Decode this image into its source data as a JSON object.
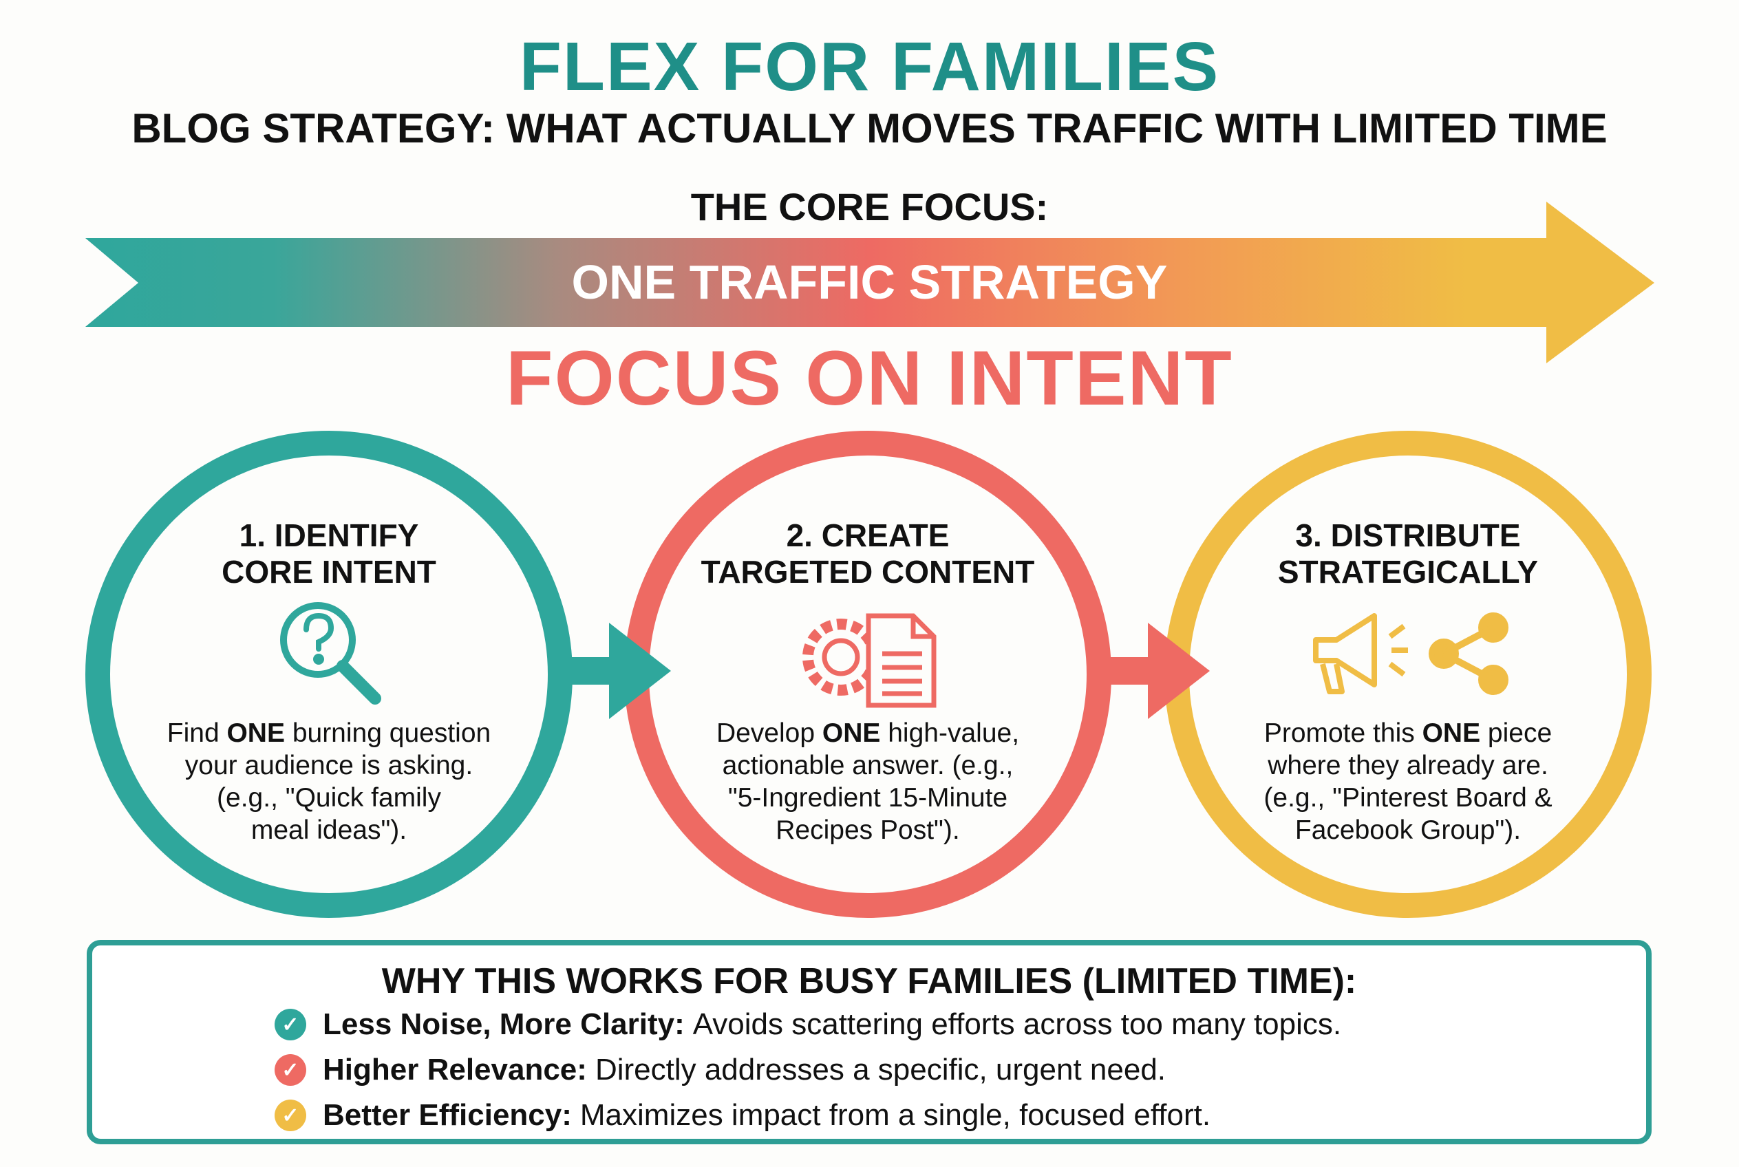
{
  "header": {
    "title": "FLEX FOR FAMILIES",
    "subtitle": "BLOG STRATEGY: WHAT ACTUALLY MOVES TRAFFIC WITH LIMITED TIME",
    "core_label": "THE CORE FOCUS:",
    "arrow_text": "ONE TRAFFIC STRATEGY",
    "focus": "FOCUS ON INTENT"
  },
  "colors": {
    "teal": "#2fa79c",
    "coral": "#ee6a63",
    "yellow": "#f0bd45"
  },
  "steps": [
    {
      "title1": "1. IDENTIFY",
      "title2": "CORE INTENT",
      "icon": "question-magnifier-icon",
      "pre": "Find ",
      "bold": "ONE",
      "line1_rest": " burning question",
      "line2": "your audience is asking.",
      "line3": "(e.g., \"Quick family",
      "line4": "meal ideas\")."
    },
    {
      "title1": "2. CREATE",
      "title2": "TARGETED CONTENT",
      "icon": "gear-document-icon",
      "pre": "Develop ",
      "bold": "ONE",
      "line1_rest": " high-value,",
      "line2": "actionable answer. (e.g.,",
      "line3": "\"5-Ingredient 15-Minute",
      "line4": "Recipes Post\")."
    },
    {
      "title1": "3. DISTRIBUTE",
      "title2": "STRATEGICALLY",
      "icon": "megaphone-share-icon",
      "pre": "Promote this ",
      "bold": "ONE",
      "line1_rest": " piece",
      "line2": "where they already are.",
      "line3": "(e.g., \"Pinterest Board &",
      "line4": "Facebook Group\")."
    }
  ],
  "why": {
    "heading": "WHY THIS WORKS FOR BUSY FAMILIES (LIMITED TIME):",
    "items": [
      {
        "bold": "Less Noise, More Clarity:",
        "text": "Avoids scattering efforts across too many topics."
      },
      {
        "bold": "Higher Relevance:",
        "text": "Directly addresses a specific, urgent need."
      },
      {
        "bold": "Better Efficiency:",
        "text": "Maximizes impact from a single, focused effort."
      }
    ]
  }
}
